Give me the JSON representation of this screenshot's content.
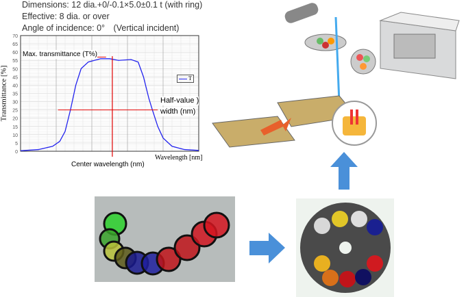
{
  "specs": {
    "dimensions": "Dimensions: 12 dia.+0/-0.1×5.0±0.1 t (with ring)",
    "effective": "Effective: 8 dia. or over",
    "angle": "Angle of incidence: 0°　(Vertical incident)"
  },
  "chart_data": {
    "type": "line",
    "title": "",
    "xlabel": "Wavelength [nm]",
    "ylabel": "Transmittance [%]",
    "ylim": [
      0,
      70
    ],
    "xlim": [
      0,
      100
    ],
    "yticks": [
      "0",
      "5",
      "10",
      "15",
      "20",
      "25",
      "30",
      "35",
      "40",
      "45",
      "50",
      "55",
      "60",
      "65",
      "70"
    ],
    "grid": true,
    "legend": {
      "placement": "right",
      "entries": [
        "T"
      ]
    },
    "series": [
      {
        "name": "T",
        "color": "#2222ee",
        "x": [
          0,
          10,
          18,
          22,
          25,
          28,
          31,
          34,
          38,
          45,
          50,
          55,
          62,
          66,
          69,
          72,
          74,
          77,
          80,
          85,
          92,
          100
        ],
        "y": [
          0.3,
          1,
          3,
          6,
          12,
          25,
          40,
          50,
          54,
          56,
          56,
          55,
          55.5,
          54,
          45,
          32,
          25,
          15,
          8,
          3,
          1,
          0.5
        ]
      }
    ],
    "annotations": {
      "max_transmittance": "Max. transmittance (T%)",
      "half_value_1": "Half-value )",
      "half_value_2": "width (nm)",
      "center_wavelength": "Center wavelength (nm)",
      "center_x": 51.5,
      "half_level": 25
    }
  },
  "colors": {
    "arrow": "#4a90d9",
    "marker": "#e00000",
    "curve": "#2222ee"
  }
}
